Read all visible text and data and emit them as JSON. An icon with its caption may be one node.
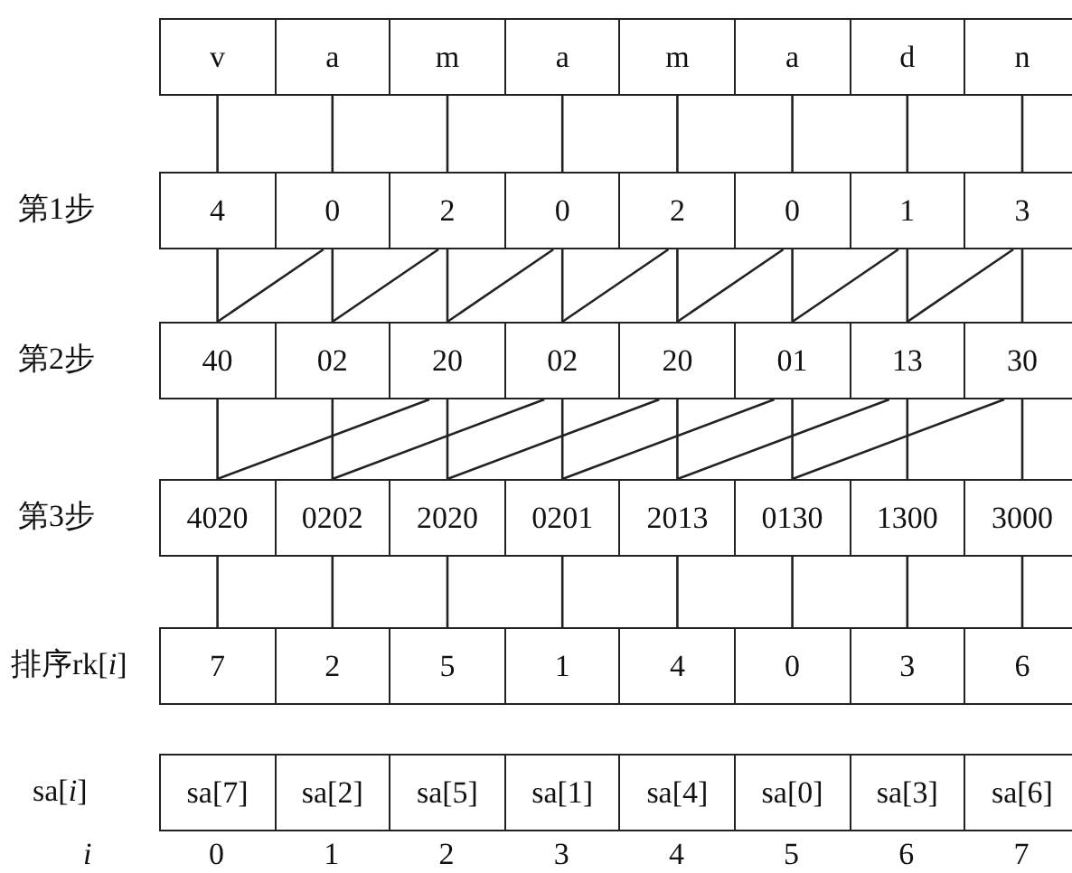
{
  "diagram": {
    "nodes": [
      {
        "text": [
          "v"
        ]
      },
      {
        "text": [
          "a"
        ]
      },
      {
        "text": [
          "m"
        ]
      },
      {
        "text": [
          "a"
        ]
      },
      {
        "text": [
          "m"
        ]
      },
      {
        "text": [
          "a"
        ]
      },
      {
        "text": [
          "d"
        ]
      },
      {
        "text": [
          "n"
        ]
      },
      {
        "text": [
          "4"
        ]
      },
      {
        "text": [
          "0"
        ]
      },
      {
        "text": [
          "2"
        ]
      },
      {
        "text": [
          "0"
        ]
      },
      {
        "text": [
          "2"
        ]
      },
      {
        "text": [
          "0"
        ]
      },
      {
        "text": [
          "1"
        ]
      },
      {
        "text": [
          "3"
        ]
      },
      {
        "text": [
          "40"
        ]
      },
      {
        "text": [
          "02"
        ]
      },
      {
        "text": [
          "20"
        ]
      },
      {
        "text": [
          "02"
        ]
      },
      {
        "text": [
          "20"
        ]
      },
      {
        "text": [
          "01"
        ]
      },
      {
        "text": [
          "13"
        ]
      },
      {
        "text": [
          "30"
        ]
      },
      {
        "text": [
          "4020"
        ]
      },
      {
        "text": [
          "0202"
        ]
      },
      {
        "text": [
          "2020"
        ]
      },
      {
        "text": [
          "0201"
        ]
      },
      {
        "text": [
          "2013"
        ]
      },
      {
        "text": [
          "0130"
        ]
      },
      {
        "text": [
          "1300"
        ]
      },
      {
        "text": [
          "3000"
        ]
      },
      {
        "text": [
          "7"
        ]
      },
      {
        "text": [
          "2"
        ]
      },
      {
        "text": [
          "5"
        ]
      },
      {
        "text": [
          "1"
        ]
      },
      {
        "text": [
          "4"
        ]
      },
      {
        "text": [
          "0"
        ]
      },
      {
        "text": [
          "3"
        ]
      },
      {
        "text": [
          "6"
        ]
      },
      {
        "text": [
          "sa[7]"
        ]
      },
      {
        "text": [
          "sa[2]"
        ]
      },
      {
        "text": [
          "sa[5]"
        ]
      },
      {
        "text": [
          "sa[1]"
        ]
      },
      {
        "text": [
          "sa[4]"
        ]
      },
      {
        "text": [
          "sa[0]"
        ]
      },
      {
        "text": [
          "sa[3]"
        ]
      },
      {
        "text": [
          "sa[6]"
        ]
      }
    ],
    "edges": [
      {
        "from": 0,
        "to": 8,
        "arrow": "none"
      },
      {
        "from": 1,
        "to": 9,
        "arrow": "none"
      },
      {
        "from": 2,
        "to": 10,
        "arrow": "none"
      },
      {
        "from": 3,
        "to": 11,
        "arrow": "none"
      },
      {
        "from": 4,
        "to": 12,
        "arrow": "none"
      },
      {
        "from": 5,
        "to": 13,
        "arrow": "none"
      },
      {
        "from": 6,
        "to": 14,
        "arrow": "none"
      },
      {
        "from": 7,
        "to": 15,
        "arrow": "none"
      },
      {
        "from": 8,
        "to": 16,
        "arrow": "none"
      },
      {
        "from": 9,
        "to": 17,
        "arrow": "none"
      },
      {
        "from": 10,
        "to": 18,
        "arrow": "none"
      },
      {
        "from": 11,
        "to": 19,
        "arrow": "none"
      },
      {
        "from": 12,
        "to": 20,
        "arrow": "none"
      },
      {
        "from": 13,
        "to": 21,
        "arrow": "none"
      },
      {
        "from": 14,
        "to": 22,
        "arrow": "none"
      },
      {
        "from": 15,
        "to": 23,
        "arrow": "none"
      },
      {
        "from": 9,
        "to": 16,
        "arrow": "none"
      },
      {
        "from": 10,
        "to": 17,
        "arrow": "none"
      },
      {
        "from": 11,
        "to": 18,
        "arrow": "none"
      },
      {
        "from": 12,
        "to": 19,
        "arrow": "none"
      },
      {
        "from": 13,
        "to": 20,
        "arrow": "none"
      },
      {
        "from": 14,
        "to": 21,
        "arrow": "none"
      },
      {
        "from": 15,
        "to": 22,
        "arrow": "none"
      },
      {
        "from": 16,
        "to": 24,
        "arrow": "none"
      },
      {
        "from": 17,
        "to": 25,
        "arrow": "none"
      },
      {
        "from": 18,
        "to": 26,
        "arrow": "none"
      },
      {
        "from": 19,
        "to": 27,
        "arrow": "none"
      },
      {
        "from": 20,
        "to": 28,
        "arrow": "none"
      },
      {
        "from": 21,
        "to": 29,
        "arrow": "none"
      },
      {
        "from": 22,
        "to": 30,
        "arrow": "none"
      },
      {
        "from": 23,
        "to": 31,
        "arrow": "none"
      },
      {
        "from": 18,
        "to": 24,
        "arrow": "none"
      },
      {
        "from": 19,
        "to": 25,
        "arrow": "none"
      },
      {
        "from": 20,
        "to": 26,
        "arrow": "none"
      },
      {
        "from": 21,
        "to": 27,
        "arrow": "none"
      },
      {
        "from": 22,
        "to": 28,
        "arrow": "none"
      },
      {
        "from": 23,
        "to": 29,
        "arrow": "none"
      },
      {
        "from": 24,
        "to": 32,
        "arrow": "none"
      },
      {
        "from": 25,
        "to": 33,
        "arrow": "none"
      },
      {
        "from": 26,
        "to": 34,
        "arrow": "none"
      },
      {
        "from": 27,
        "to": 35,
        "arrow": "none"
      },
      {
        "from": 28,
        "to": 36,
        "arrow": "none"
      },
      {
        "from": 29,
        "to": 37,
        "arrow": "none"
      },
      {
        "from": 30,
        "to": 38,
        "arrow": "none"
      },
      {
        "from": 31,
        "to": 39,
        "arrow": "none"
      }
    ],
    "labels": [
      "第1步",
      "第2步",
      "第3步",
      "排序rk[*i*]",
      "sa[*i*]",
      "i",
      "0",
      "1",
      "2",
      "3",
      "4",
      "5",
      "6",
      "7"
    ]
  }
}
